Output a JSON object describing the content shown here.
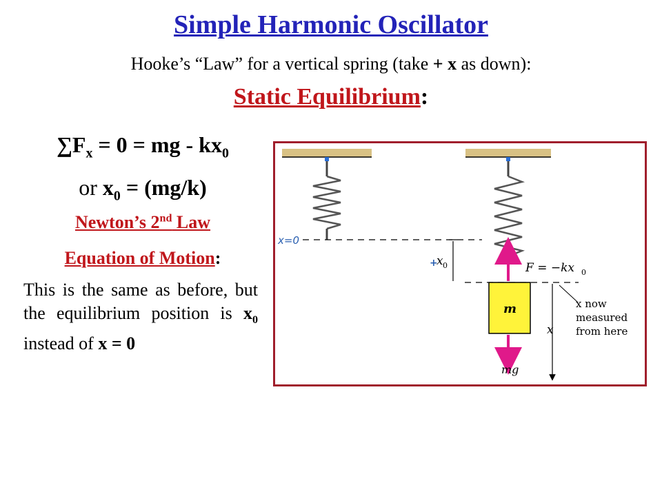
{
  "title": "Simple Harmonic Oscillator",
  "subtitle_a": "Hooke’s “Law” for a vertical spring (take ",
  "subtitle_b": "+ x",
  "subtitle_c": " as down):",
  "section_heading": "Static Equilibrium",
  "section_colon": ":",
  "eq1": {
    "sum": "∑F",
    "sub_x": "x",
    "mid": " = 0 = mg - kx",
    "sub_0": "0"
  },
  "eq2": {
    "or": "or ",
    "x": "x",
    "sub_0": "0",
    "rest": " = (mg/k)"
  },
  "newton": {
    "pre": "Newton’s 2",
    "sup": "nd",
    "post": " Law"
  },
  "eom": {
    "label": "Equation of Motion",
    "colon": ":"
  },
  "paragraph": {
    "text": "This is the same as before, but the equilibrium position is ",
    "x0": "x",
    "x0_sub": "0",
    "mid": " instead of ",
    "x_eq_0": "x = 0"
  },
  "figure": {
    "label_x0_left": "x=0",
    "label_plus": "+",
    "label_x0": "x",
    "label_x0_sub": "0",
    "label_force": "F = −kx",
    "label_force_sub": "0",
    "label_mass": "m",
    "label_x": "x",
    "label_mg": "mg",
    "note_line1": "x now",
    "note_line2": "measured",
    "note_line3": "from here",
    "colors": {
      "ceiling": "#d8c184",
      "mass_fill": "#fff33a",
      "arrow": "#e0198a",
      "handwriting": "#2a5fb0",
      "border": "#a01e2c"
    }
  }
}
